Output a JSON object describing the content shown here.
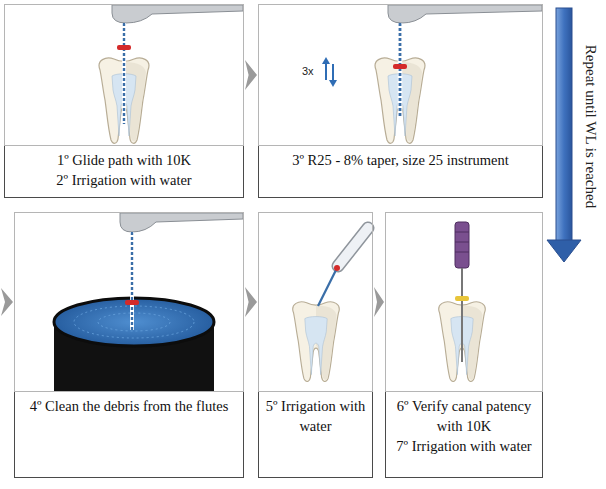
{
  "diagram": {
    "nodes": [
      {
        "text": [
          "1º Glide path with 10K",
          "2º Irrigation with water"
        ]
      },
      {
        "text": [
          "3º R25 - 8% taper, size 25 instrument"
        ]
      },
      {
        "text": [
          "4º Clean the debris from the flutes"
        ]
      },
      {
        "text": [
          "5º Irrigation with water"
        ]
      },
      {
        "text": [
          "6º Verify canal patency with 10K",
          "7º Irrigation with water"
        ]
      }
    ],
    "edges": [
      {
        "from": 0,
        "to": 1,
        "arrow": "to"
      },
      {
        "from": 2,
        "to": 3,
        "arrow": "to"
      },
      {
        "from": 3,
        "to": 4,
        "arrow": "to"
      }
    ],
    "labels": [
      "3x",
      "Repeat until WL is reached"
    ]
  }
}
